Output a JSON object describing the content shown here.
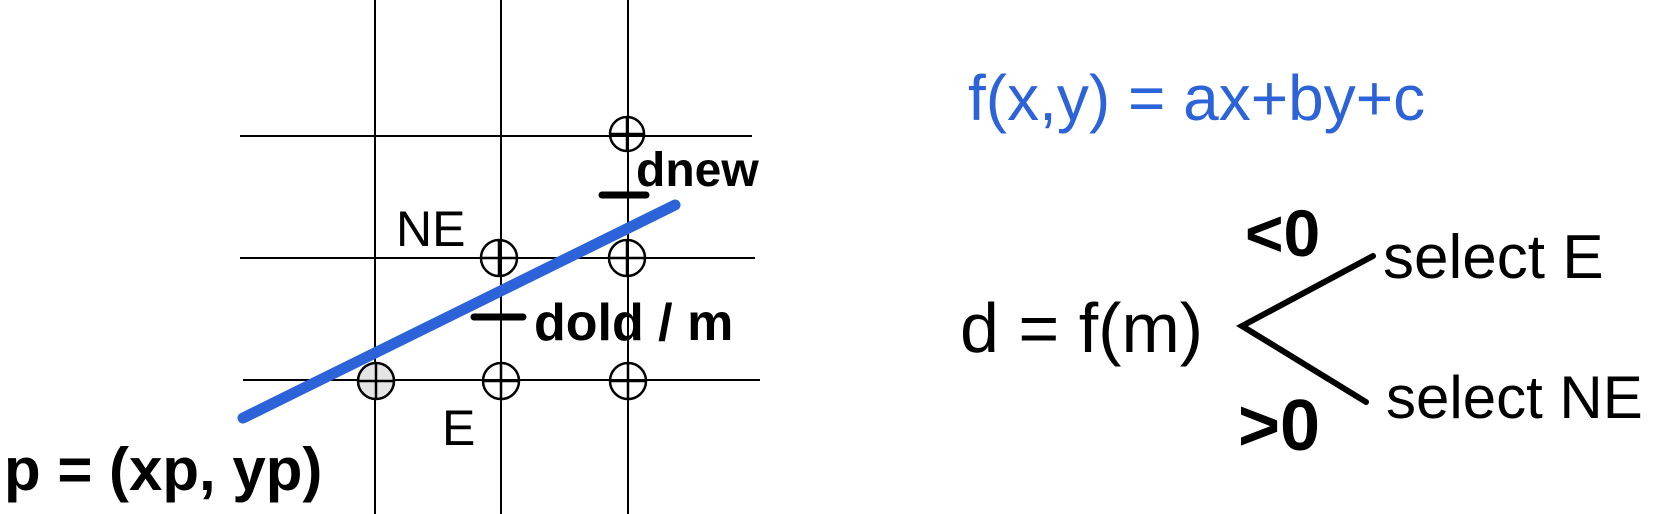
{
  "colors": {
    "ink": "#000000",
    "accent": "#2d63d8"
  },
  "labels": {
    "ne": "NE",
    "e": "E",
    "d_new": "dnew",
    "d_old": "dold / m",
    "point_p": "p = (xp, yp)"
  },
  "formulas": {
    "implicit_line": "f(x,y) = ax+by+c",
    "decision": "d = f(m)",
    "branch_lt": "<0",
    "branch_gt": ">0",
    "select_e": "select E",
    "select_ne": "select NE"
  }
}
